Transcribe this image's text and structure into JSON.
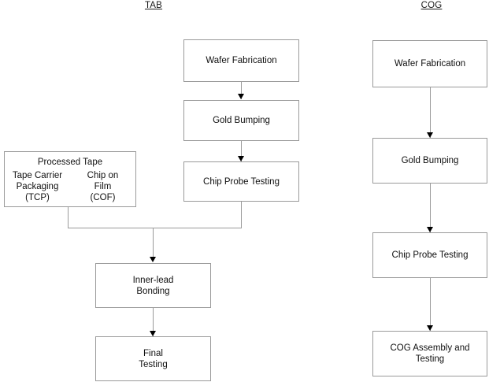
{
  "diagram": {
    "title_left": "TAB",
    "title_right": "COG",
    "columns": [
      {
        "name": "TAB",
        "label": "TAB",
        "nodes": [
          {
            "id": "tab-wafer-fabrication",
            "label": "Wafer Fabrication"
          },
          {
            "id": "tab-gold-bumping",
            "label": "Gold Bumping"
          },
          {
            "id": "tab-chip-probe-testing",
            "label": "Chip Probe Testing"
          },
          {
            "id": "tab-inner-lead-bonding",
            "label": "Inner-lead\nBonding"
          },
          {
            "id": "tab-final-testing",
            "label": "Final\nTesting"
          }
        ],
        "processed_tape": {
          "header": "Processed Tape",
          "options": [
            {
              "id": "tcp",
              "label": "Tape Carrier\nPackaging\n(TCP)"
            },
            {
              "id": "cof",
              "label": "Chip on\nFilm\n(COF)"
            }
          ]
        }
      },
      {
        "name": "COG",
        "label": "COG",
        "nodes": [
          {
            "id": "cog-wafer-fabrication",
            "label": "Wafer Fabrication"
          },
          {
            "id": "cog-gold-bumping",
            "label": "Gold Bumping"
          },
          {
            "id": "cog-chip-probe-testing",
            "label": "Chip Probe Testing"
          },
          {
            "id": "cog-assembly-and-testing",
            "label": "COG Assembly and\nTesting"
          }
        ]
      }
    ],
    "colors": {
      "box_border": "#9a9a9a",
      "connector": "#9a9a9a",
      "arrowhead": "#000000",
      "text": "#101010",
      "background": "#ffffff"
    }
  }
}
